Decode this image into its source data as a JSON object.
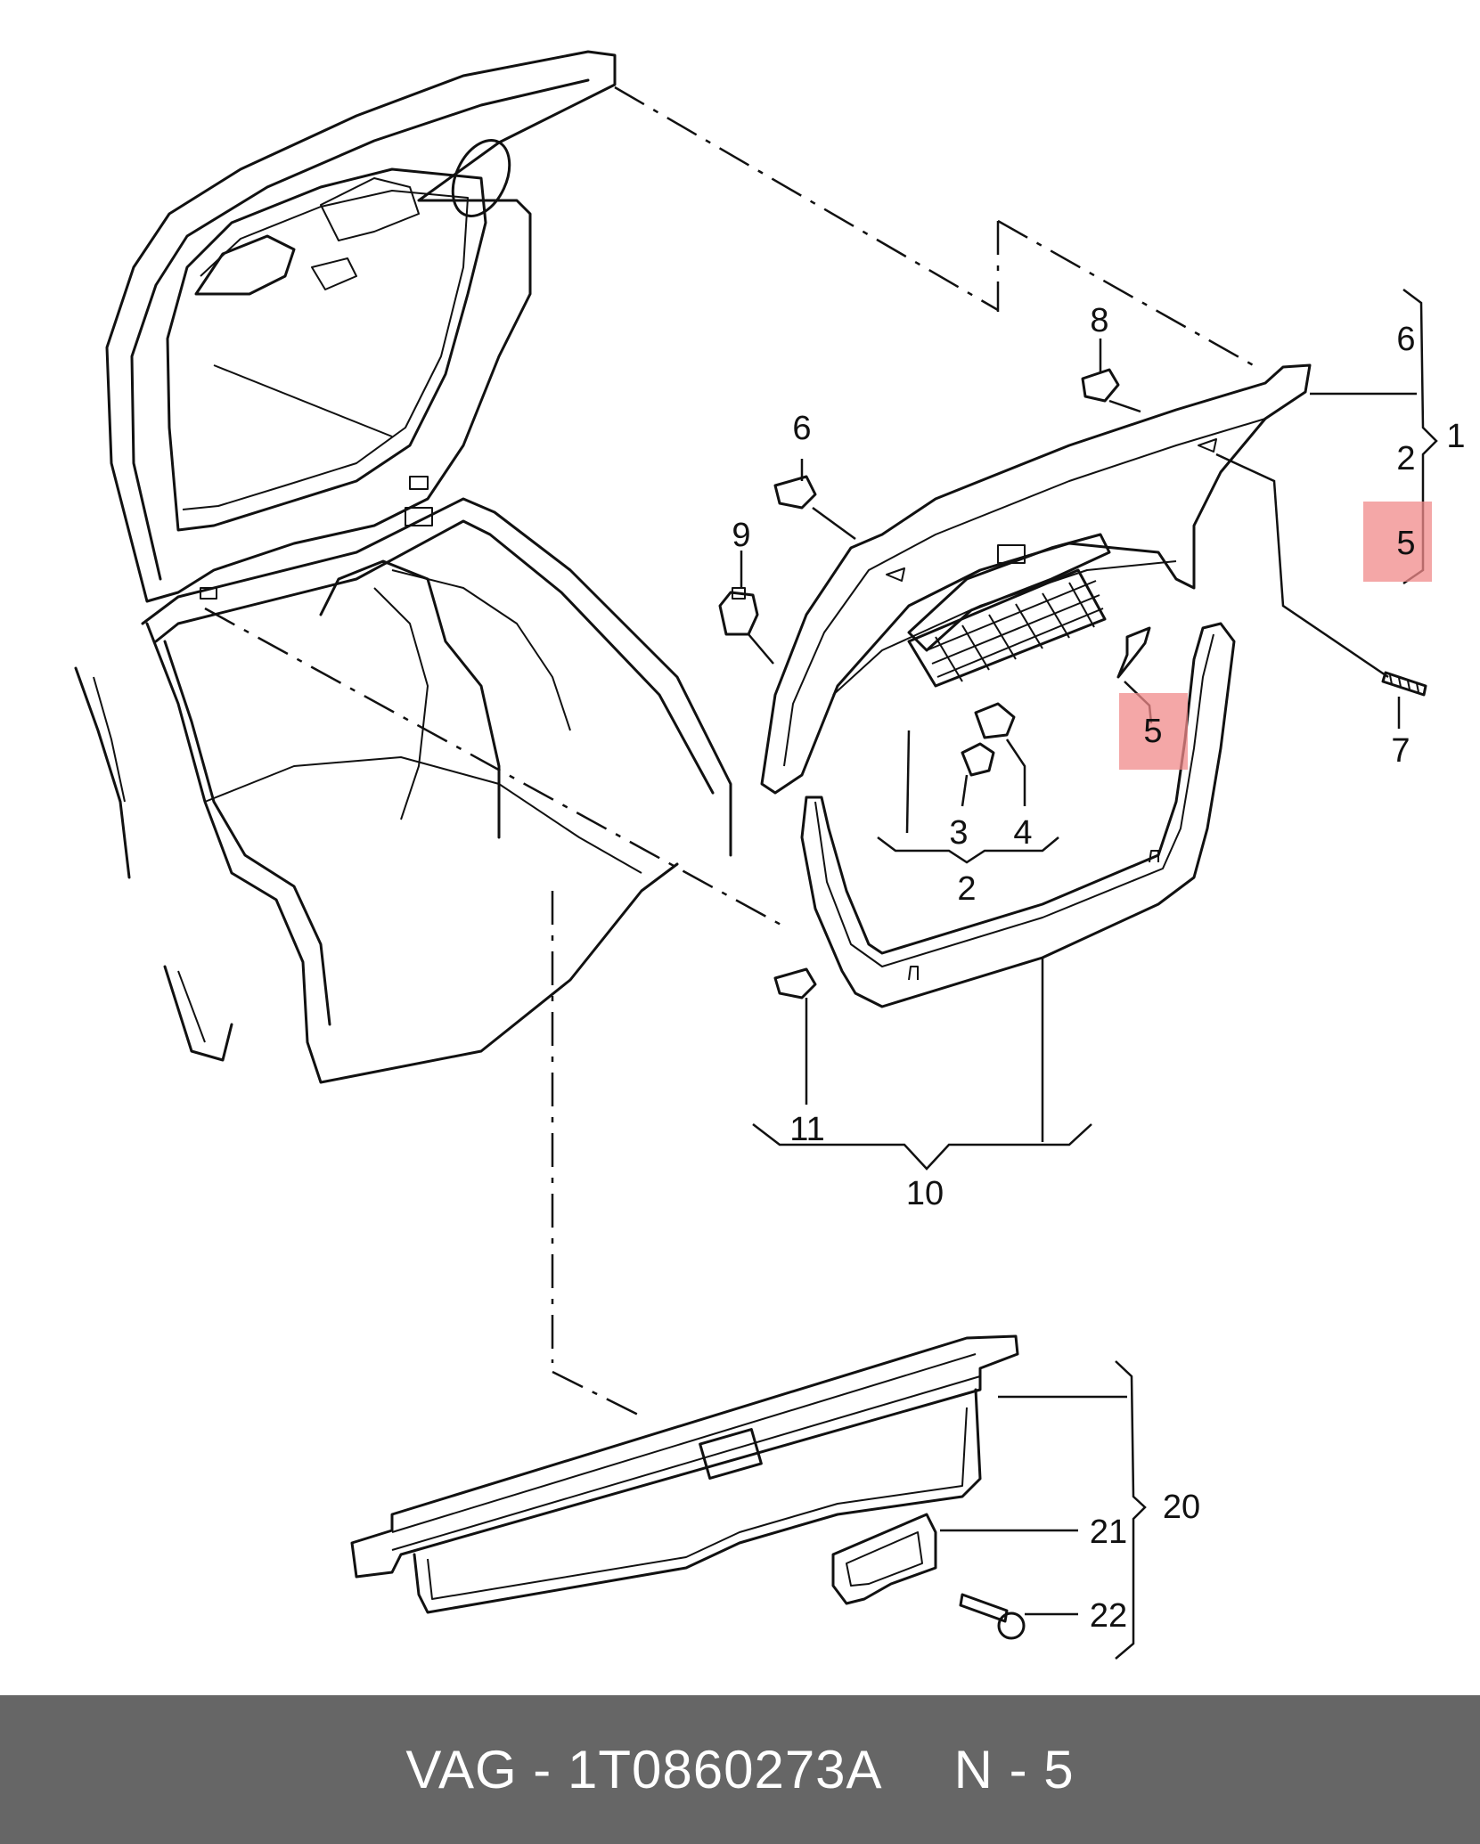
{
  "callouts": {
    "c1": "1",
    "c2a": "2",
    "c2b": "2",
    "c3": "3",
    "c4": "4",
    "c5a": "5",
    "c5b": "5",
    "c6a": "6",
    "c6b": "6",
    "c7": "7",
    "c8": "8",
    "c9": "9",
    "c10": "10",
    "c11": "11",
    "c20": "20",
    "c21": "21",
    "c22": "22"
  },
  "highlight_color": "#f08a8a",
  "footer": {
    "part": "VAG - 1T0860273A",
    "page": "N - 5"
  }
}
